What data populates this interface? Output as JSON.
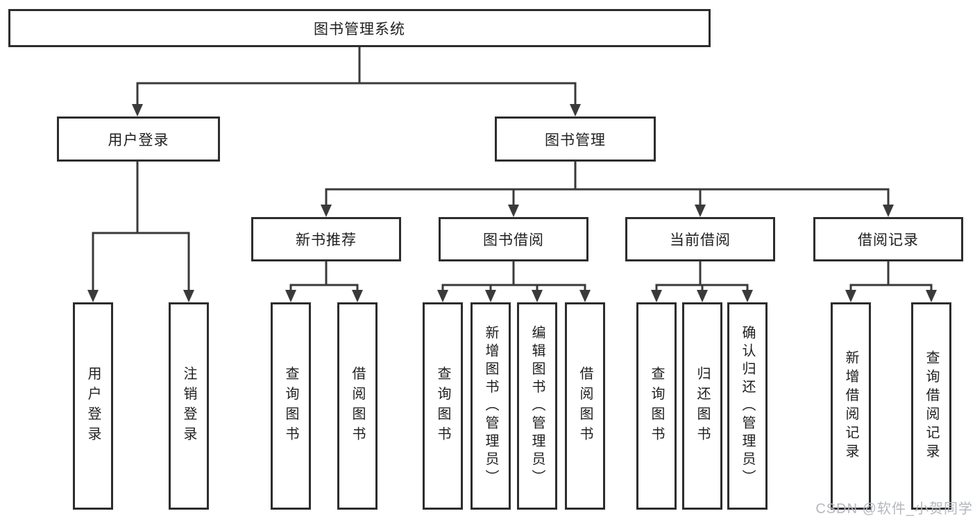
{
  "watermark": "CSDN @软件_小贺同学",
  "colors": {
    "line": "#3a3a3a",
    "box_border": "#2d2d2d",
    "text": "#1f1f1f",
    "watermark": "#b4b7bd",
    "background": "#ffffff"
  },
  "tree": {
    "root": {
      "label": "图书管理系统"
    },
    "branches": [
      {
        "label": "用户登录",
        "leaves": [
          {
            "label": "用户登录"
          },
          {
            "label": "注销登录"
          }
        ]
      },
      {
        "label": "图书管理",
        "groups": [
          {
            "label": "新书推荐",
            "leaves": [
              {
                "label": "查询图书"
              },
              {
                "label": "借阅图书"
              }
            ]
          },
          {
            "label": "图书借阅",
            "leaves": [
              {
                "label": "查询图书"
              },
              {
                "label": "新增图书（管理员）"
              },
              {
                "label": "编辑图书（管理员）"
              },
              {
                "label": "借阅图书"
              }
            ]
          },
          {
            "label": "当前借阅",
            "leaves": [
              {
                "label": "查询图书"
              },
              {
                "label": "归还图书"
              },
              {
                "label": "确认归还（管理员）"
              }
            ]
          },
          {
            "label": "借阅记录",
            "leaves": [
              {
                "label": "新增借阅记录"
              },
              {
                "label": "查询借阅记录"
              }
            ]
          }
        ]
      }
    ]
  }
}
